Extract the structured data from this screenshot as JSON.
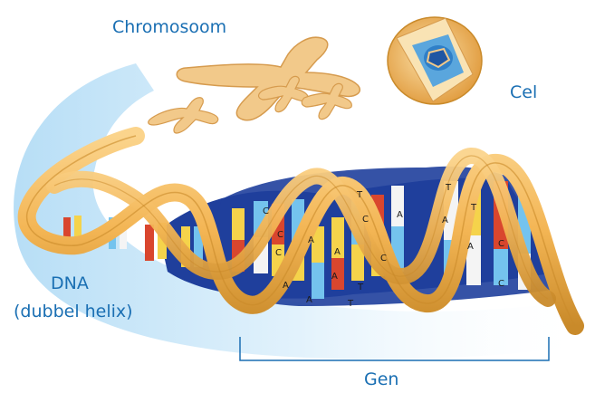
{
  "labels": {
    "chromosome": "Chromosoom",
    "cell": "Cel",
    "dna_line1": "DNA",
    "dna_line2": "(dubbel helix)",
    "gene": "Gen"
  },
  "base_letters": {
    "gene_region_left": [
      "C",
      "C",
      "C",
      "A",
      "A",
      "A",
      "A",
      "T"
    ],
    "gene_region_mid": [
      "T",
      "C",
      "A",
      "C",
      "A",
      "T",
      "A"
    ],
    "gene_region_right": [
      "T",
      "T",
      "A",
      "C",
      "C"
    ]
  },
  "colors": {
    "label_text": "#1a6fb3",
    "backbone": "#f3b554",
    "backbone_dark": "#c98a2a",
    "helix_interior": "#1f3f9c",
    "base_yellow": "#f5d34b",
    "base_red": "#d9462e",
    "base_lightblue": "#74c3ee",
    "base_white": "#f4f4f4",
    "swoosh": "#cfe8f8",
    "chromosome": "#f2c98a",
    "cell_outer": "#f0b45a",
    "cell_nucleus": "#2f7fc8"
  }
}
